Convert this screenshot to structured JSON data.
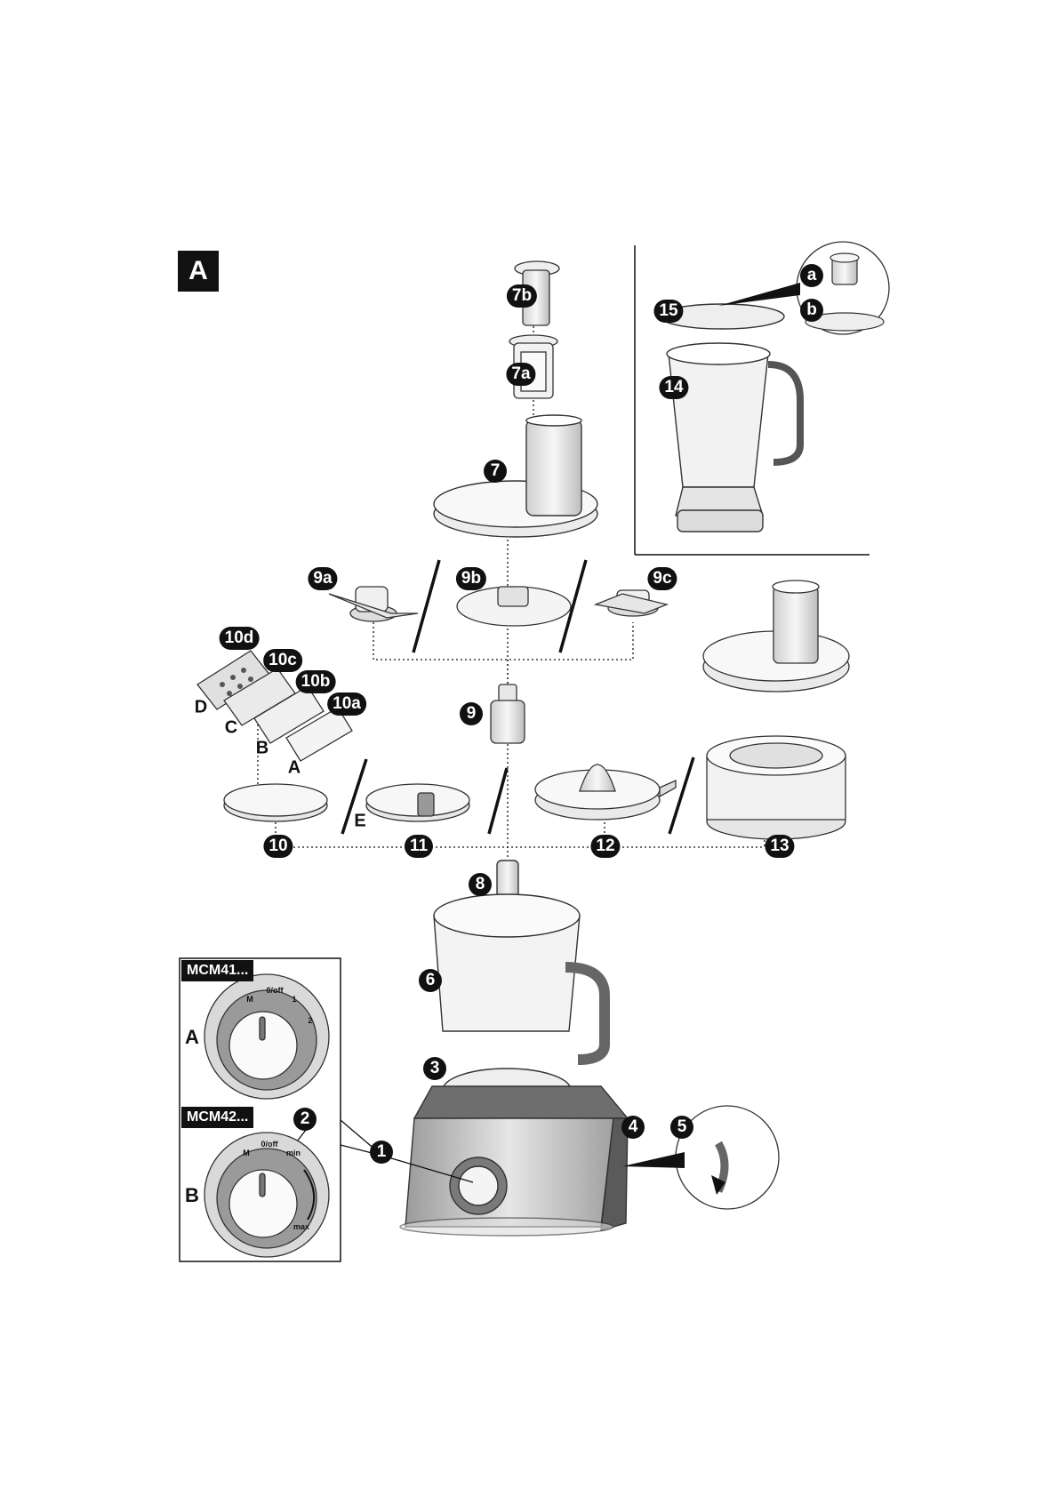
{
  "figure_label": "A",
  "models": {
    "top": "MCM41...",
    "bottom": "MCM42..."
  },
  "dial_a": {
    "m": "M",
    "off": "0/off",
    "one": "1",
    "two": "2"
  },
  "dial_b": {
    "m": "M",
    "off": "0/off",
    "min": "min",
    "max": "max"
  },
  "switch_letters": {
    "a": "A",
    "b": "B"
  },
  "insert_letters": [
    "D",
    "C",
    "B",
    "A",
    "E"
  ],
  "callouts": {
    "c1": "1",
    "c2": "2",
    "c3": "3",
    "c4": "4",
    "c5": "5",
    "c6": "6",
    "c7": "7",
    "c7a": "7a",
    "c7b": "7b",
    "c8": "8",
    "c9": "9",
    "c9a": "9a",
    "c9b": "9b",
    "c9c": "9c",
    "c10": "10",
    "c10a": "10a",
    "c10b": "10b",
    "c10c": "10c",
    "c10d": "10d",
    "c11": "11",
    "c12": "12",
    "c13": "13",
    "c14": "14",
    "c15": "15",
    "ca": "a",
    "cb": "b"
  },
  "colors": {
    "ink": "#111111",
    "body_grey": "#8a8a8a",
    "light_grey": "#d6d6d6"
  }
}
